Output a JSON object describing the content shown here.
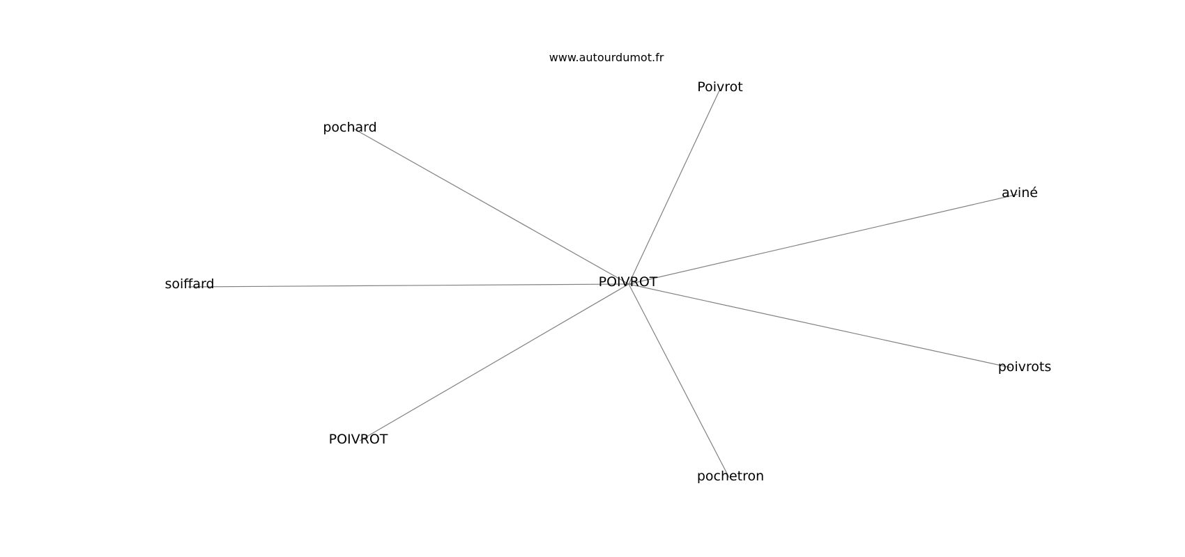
{
  "header": {
    "site": "www.autourdumot.fr"
  },
  "graph": {
    "center": "POIVROT",
    "nodes": [
      {
        "id": "center",
        "label": "POIVROT"
      },
      {
        "id": "poivrot-cap",
        "label": "Poivrot"
      },
      {
        "id": "pochard",
        "label": "pochard"
      },
      {
        "id": "avine",
        "label": "aviné"
      },
      {
        "id": "soiffard",
        "label": "soiffard"
      },
      {
        "id": "poivrots",
        "label": "poivrots"
      },
      {
        "id": "poivrot-upper",
        "label": "POIVROT"
      },
      {
        "id": "pochetron",
        "label": "pochetron"
      }
    ],
    "edges": [
      {
        "from": "center",
        "to": "poivrot-cap"
      },
      {
        "from": "center",
        "to": "pochard"
      },
      {
        "from": "center",
        "to": "avine"
      },
      {
        "from": "center",
        "to": "soiffard"
      },
      {
        "from": "center",
        "to": "poivrots"
      },
      {
        "from": "center",
        "to": "poivrot-upper"
      },
      {
        "from": "center",
        "to": "pochetron"
      }
    ],
    "edge_color": "#808080",
    "text_color": "#000000"
  }
}
